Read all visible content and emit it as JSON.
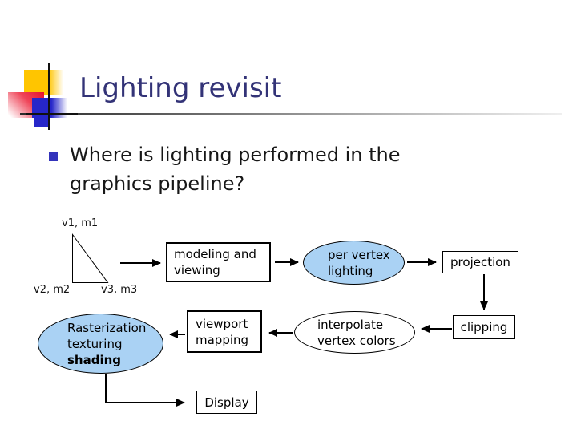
{
  "slide": {
    "title": "Lighting revisit",
    "bullet": {
      "line1": "Where is lighting performed in the",
      "line2": "graphics pipeline?"
    }
  },
  "pipeline": {
    "vertex_labels": {
      "v1": "v1, m1",
      "v2": "v2, m2",
      "v3": "v3, m3"
    },
    "row1": {
      "modeling": {
        "line1": "modeling and",
        "line2": "viewing"
      },
      "per_vertex_lighting": {
        "line1": "per vertex",
        "line2": "lighting"
      },
      "projection": "projection"
    },
    "row2": {
      "clipping": "clipping",
      "interpolate": {
        "line1": "interpolate",
        "line2": "vertex colors"
      },
      "viewport_mapping": {
        "line1": "viewport",
        "line2": "mapping"
      },
      "rasterization": {
        "line1": "Rasterization",
        "line2": "texturing",
        "line3": "shading"
      }
    },
    "display": "Display"
  },
  "colors": {
    "title": "#333377",
    "bullet_square": "#3333bb",
    "node_fill_highlight": "#aad2f4",
    "node_fill_plain": "#ffffff",
    "accent_yellow": "#ffc500",
    "accent_red": "#e8112d",
    "accent_blue": "#2626c9",
    "stroke": "#000000"
  }
}
